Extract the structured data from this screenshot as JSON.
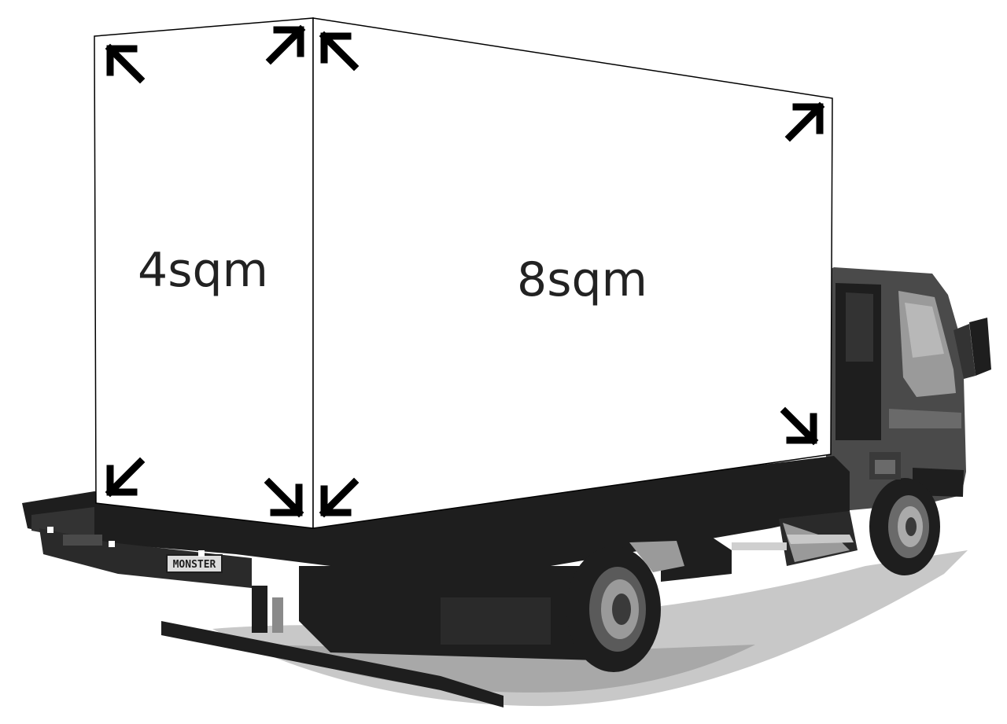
{
  "labels": {
    "back_face": "4sqm",
    "side_face": "8sqm"
  },
  "plate_text": "MONSTER",
  "colors": {
    "truck_dark": "#1e1e1e",
    "truck_mid": "#4a4a4a",
    "truck_light": "#8a8a8a",
    "shadow": "#c8c8c8",
    "box_fill": "#ffffff",
    "box_outline": "#000000",
    "arrow": "#000000",
    "label_text": "#222222"
  },
  "icons": [
    "arrow-up-left-icon",
    "arrow-up-right-icon",
    "arrow-down-left-icon",
    "arrow-down-right-icon"
  ]
}
